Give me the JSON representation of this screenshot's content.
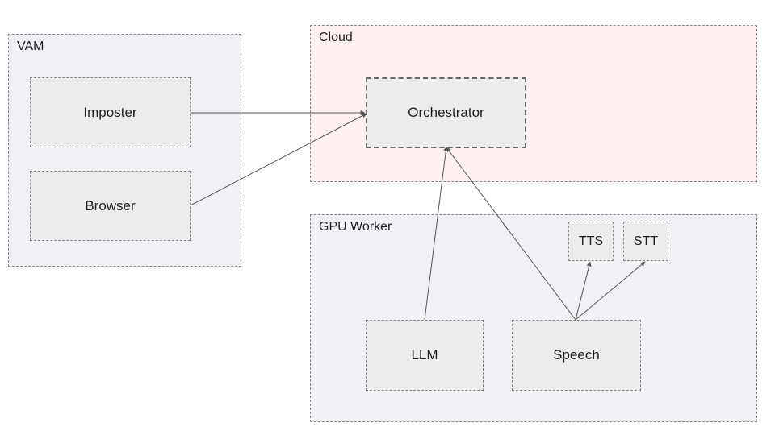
{
  "groups": {
    "vam": {
      "label": "VAM",
      "fill": "#f0f0f5"
    },
    "cloud": {
      "label": "Cloud",
      "fill": "#fdf2f1"
    },
    "gpu": {
      "label": "GPU Worker",
      "fill": "#f0f0f5"
    }
  },
  "nodes": {
    "imposter": "Imposter",
    "browser": "Browser",
    "orchestrator": "Orchestrator",
    "tts": "TTS",
    "stt": "STT",
    "llm": "LLM",
    "speech": "Speech"
  },
  "colors": {
    "node_fill": "#ececec",
    "edge": "#555555",
    "border": "#8a8a8a"
  }
}
